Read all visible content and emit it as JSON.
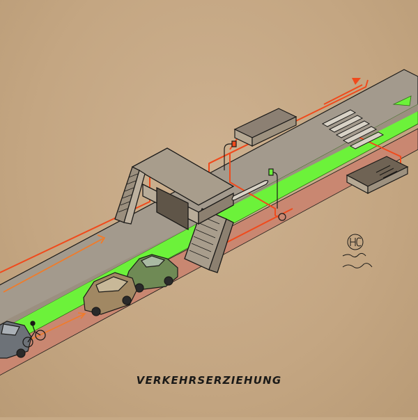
{
  "caption": "VERKEHRSERZIEHUNG",
  "signature": "HC 20.02.26",
  "colors": {
    "paper": "#c6a985",
    "road": "#a39a8d",
    "road_side": "#7a6d5f",
    "bike_lane": "#6cf23a",
    "curb": "#c98771",
    "pedestrian_path": "#f04a1c",
    "bike_arrow": "#f07b2a",
    "ink": "#1b1a18",
    "car_green": "#6f8a55",
    "car_tan": "#a18863",
    "car_grey": "#6d7278"
  },
  "icons": [
    "pedestrian-bridge",
    "car",
    "bicycle",
    "traffic-light",
    "crosswalk",
    "underpass-stairs",
    "arrow-icon"
  ]
}
